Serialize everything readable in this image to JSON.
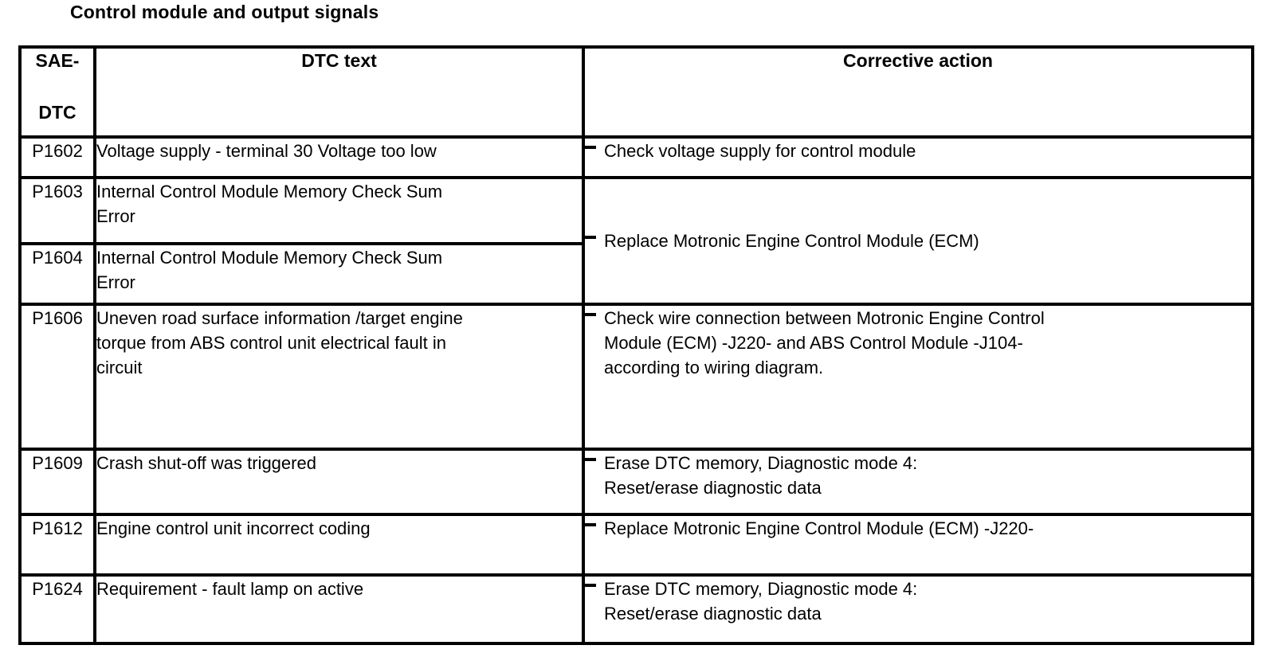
{
  "page": {
    "title": "Control module and output signals"
  },
  "icons": {
    "bullet": "dash"
  },
  "table": {
    "headers": {
      "col1_line1": "SAE-",
      "col1_line2": "DTC",
      "col2": "DTC text",
      "col3": "Corrective action"
    },
    "rows": [
      {
        "code": "P1602",
        "dtc": [
          "Voltage supply - terminal 30 Voltage too low"
        ],
        "action": [
          "Check voltage supply for control module"
        ]
      },
      {
        "code": "P1603",
        "dtc": [
          "Internal Control Module Memory Check Sum",
          "Error"
        ],
        "action": [
          "Replace Motronic Engine Control Module (ECM)"
        ]
      },
      {
        "code": "P1604",
        "dtc": [
          "Internal Control Module Memory Check Sum",
          "Error"
        ]
      },
      {
        "code": "P1606",
        "dtc": [
          "Uneven road surface information /target engine",
          "torque from ABS control unit electrical fault in",
          "circuit"
        ],
        "action": [
          "Check wire connection between Motronic Engine Control",
          "Module (ECM) -J220- and ABS Control Module -J104-",
          "according to wiring diagram."
        ]
      },
      {
        "code": "P1609",
        "dtc": [
          "Crash shut-off was triggered"
        ],
        "action": [
          "Erase DTC memory, Diagnostic mode 4:",
          "Reset/erase diagnostic data"
        ]
      },
      {
        "code": "P1612",
        "dtc": [
          "Engine control unit incorrect coding"
        ],
        "action": [
          "Replace Motronic Engine Control Module (ECM) -J220-"
        ]
      },
      {
        "code": "P1624",
        "dtc": [
          "Requirement - fault lamp on active"
        ],
        "action": [
          "Erase DTC memory, Diagnostic mode 4:",
          "Reset/erase diagnostic data"
        ]
      }
    ]
  }
}
